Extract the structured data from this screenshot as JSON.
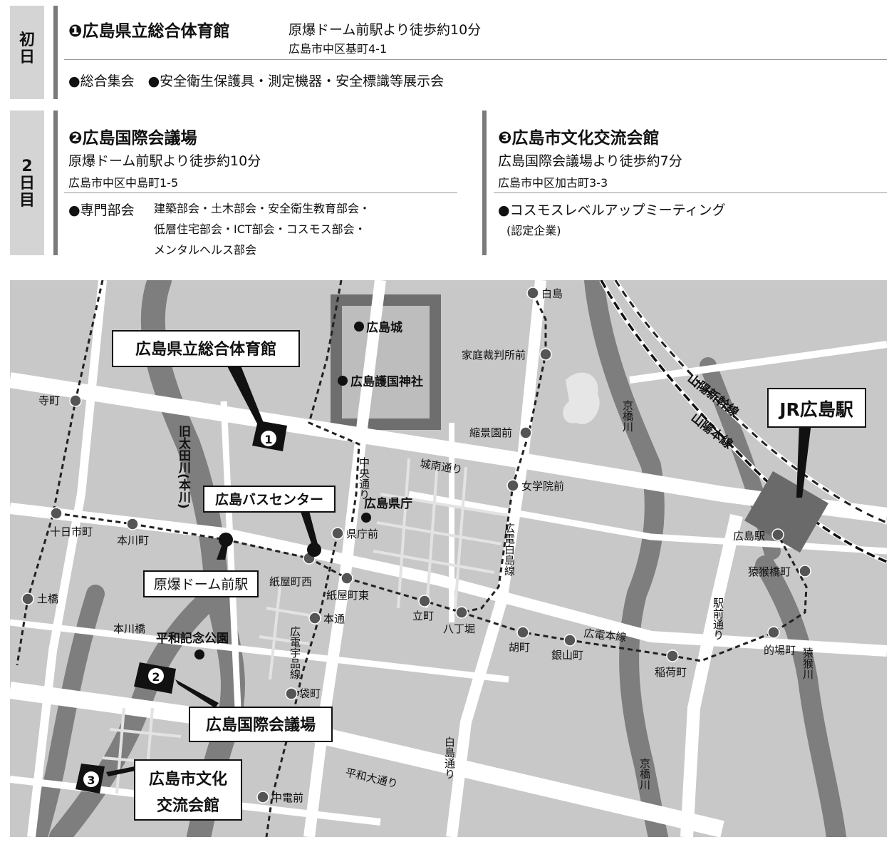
{
  "day1": {
    "label": "初日",
    "venue": "❶広島県立総合体育館",
    "access": "原爆ドーム前駅より徒歩約10分",
    "address": "広島市中区基町4-1",
    "events": "●総合集会　●安全衛生保護具・測定機器・安全標識等展示会"
  },
  "day2": {
    "label_top": "2",
    "label_rest": "日目",
    "venue_a": {
      "name": "❷広島国際会議場",
      "access": "原爆ドーム前駅より徒歩約10分",
      "address": "広島市中区中島町1-5",
      "event_head": "●専門部会",
      "event_lines": [
        "建築部会・土木部会・安全衛生教育部会・",
        "低層住宅部会・ICT部会・コスモス部会・",
        "メンタルヘルス部会"
      ]
    },
    "venue_b": {
      "name": "❸広島市文化交流会館",
      "access": "広島国際会議場より徒歩約7分",
      "address": "広島市中区加古町3-3",
      "event": "●コスモスレベルアップミーティング",
      "event_note": "(認定企業)"
    }
  },
  "map": {
    "callouts": {
      "gym": "広島県立総合体育館",
      "bus": "広島バスセンター",
      "dome": "原爆ドーム前駅",
      "icc": "広島国際会議場",
      "bunka_1": "広島市文化",
      "bunka_2": "交流会館",
      "jr": "JR広島駅"
    },
    "markers": [
      "1",
      "2",
      "3"
    ],
    "landmarks": [
      "広島城",
      "広島護国神社",
      "広島県庁",
      "平和記念公園"
    ],
    "stations": [
      "白島",
      "家庭裁判所前",
      "縮景園前",
      "女学院前",
      "寺町",
      "十日市町",
      "本川町",
      "土橋",
      "紙屋町西",
      "紙屋町東",
      "県庁前",
      "本通",
      "立町",
      "八丁堀",
      "胡町",
      "銀山町",
      "稲荷町",
      "的場町",
      "猿猴橋町",
      "広島駅",
      "袋町",
      "中電前"
    ],
    "street_labels": {
      "jonan": "城南通り",
      "heiwa": "平和大通り",
      "hakushima": "白島通り",
      "chuo": "中央通り",
      "ekimae": "駅前通り",
      "kyobashi_1": "京橋川",
      "kyobashi_2": "京橋川",
      "enko": "猿猴川",
      "kyuota": "旧太田川(本川)",
      "hondori_line": "広電本線",
      "ujina_line": "広電宇品線",
      "hakushima_line": "広電白島線",
      "shinkansen": "山陽新幹線",
      "sanyo": "山陽本線",
      "honkawabashi": "本川橋"
    }
  }
}
